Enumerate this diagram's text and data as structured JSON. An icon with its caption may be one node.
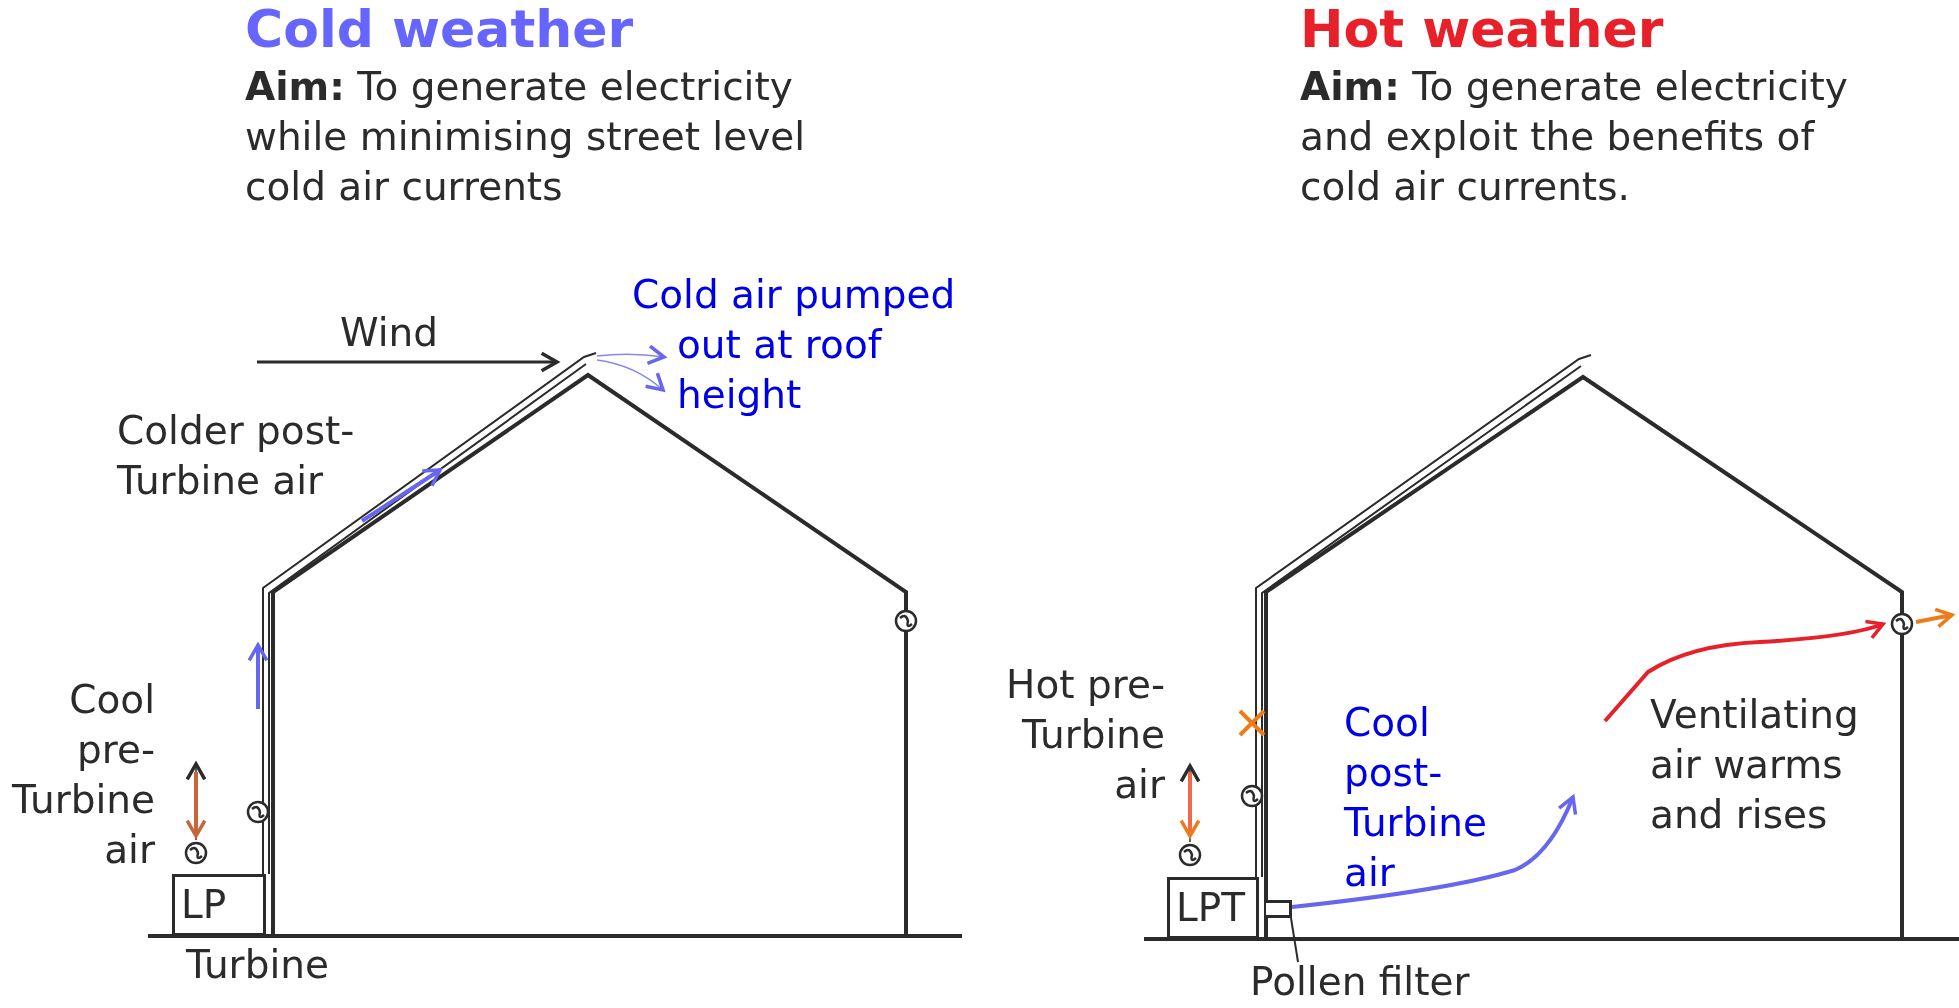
{
  "diagram": {
    "nodes": [
      {
        "text": [
          "LP"
        ],
        "beside": [
          "Turbine"
        ]
      },
      {
        "text": [
          "LPT"
        ]
      },
      {
        "text": [
          "Pollen filter"
        ]
      },
      {
        "text": [],
        "shape": "box"
      }
    ],
    "edges": [
      {
        "from": 2,
        "to": 3,
        "arrow": "none"
      }
    ],
    "labels": [
      "Cold weather",
      "**Aim:** To generate electricity while minimising street level cold air currents",
      "Hot weather",
      "**Aim:** To generate electricity and exploit the benefits of cold air currents.",
      "Wind",
      "Cold air pumped out at roof height",
      "Colder post-Turbine air",
      "Cool pre-Turbine air",
      "Hot pre-Turbine air",
      "Cool post-Turbine air",
      "Ventilating air warms and rises"
    ]
  }
}
